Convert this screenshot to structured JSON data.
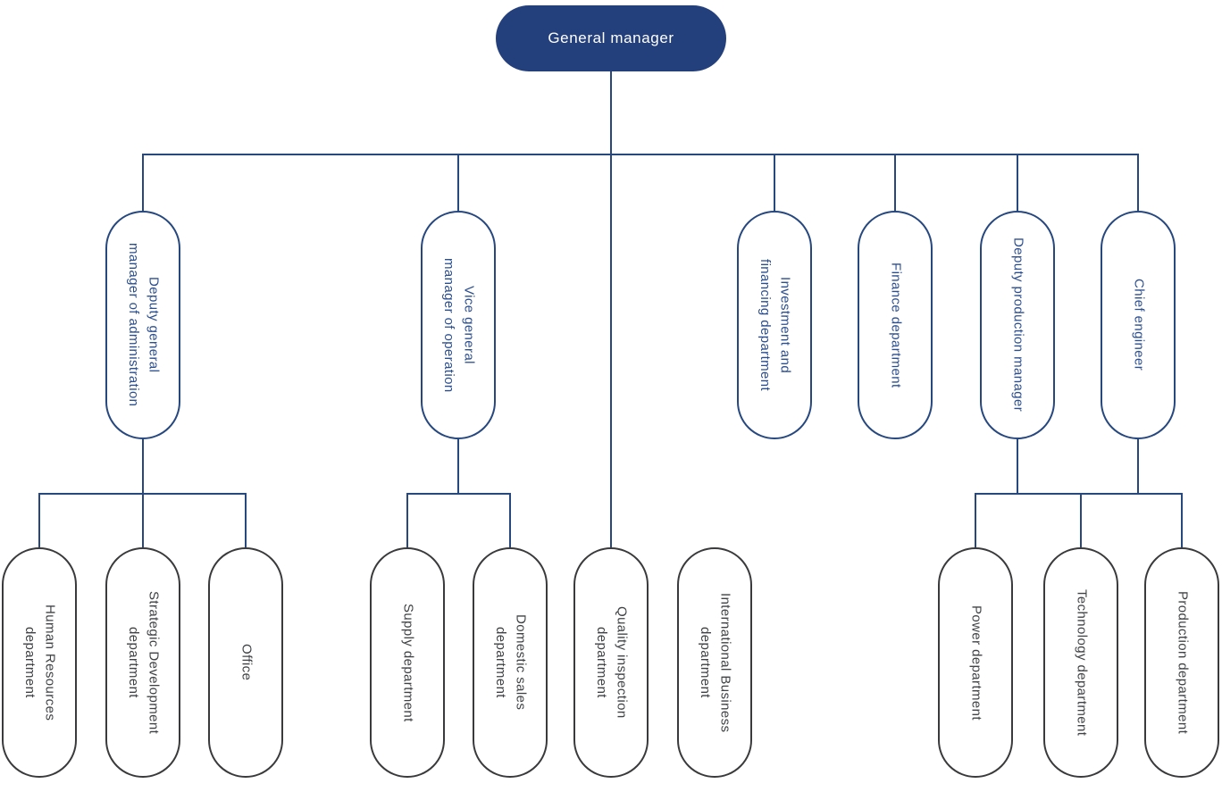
{
  "colors": {
    "root_fill": "#24407c",
    "root_text": "#ffffff",
    "connector_line": "#26487f",
    "branch_border": "#26487f",
    "branch_text": "#2b4e8f",
    "leaf_border": "#3a3a3c",
    "leaf_text": "#3f4144",
    "background": "#ffffff"
  },
  "org_chart": {
    "root": {
      "label": "General manager"
    },
    "managers": [
      {
        "label": "Deputy general\nmanager of administration"
      },
      {
        "label": "Vice general\nmanager of operation"
      },
      {
        "label": "Investment and\nfinancing department"
      },
      {
        "label": "Finance department"
      },
      {
        "label": "Deputy production manager"
      },
      {
        "label": "Chief engineer"
      }
    ],
    "departments": [
      {
        "label": "Human Resources\ndepartment"
      },
      {
        "label": "Strategic Development\ndepartment"
      },
      {
        "label": "Office"
      },
      {
        "label": "Supply department"
      },
      {
        "label": "Domestic sales\ndepartment"
      },
      {
        "label": "Quality inspection\ndepartment"
      },
      {
        "label": "International Business\ndepartment"
      },
      {
        "label": "Power department"
      },
      {
        "label": "Technology department"
      },
      {
        "label": "Production department"
      }
    ]
  }
}
